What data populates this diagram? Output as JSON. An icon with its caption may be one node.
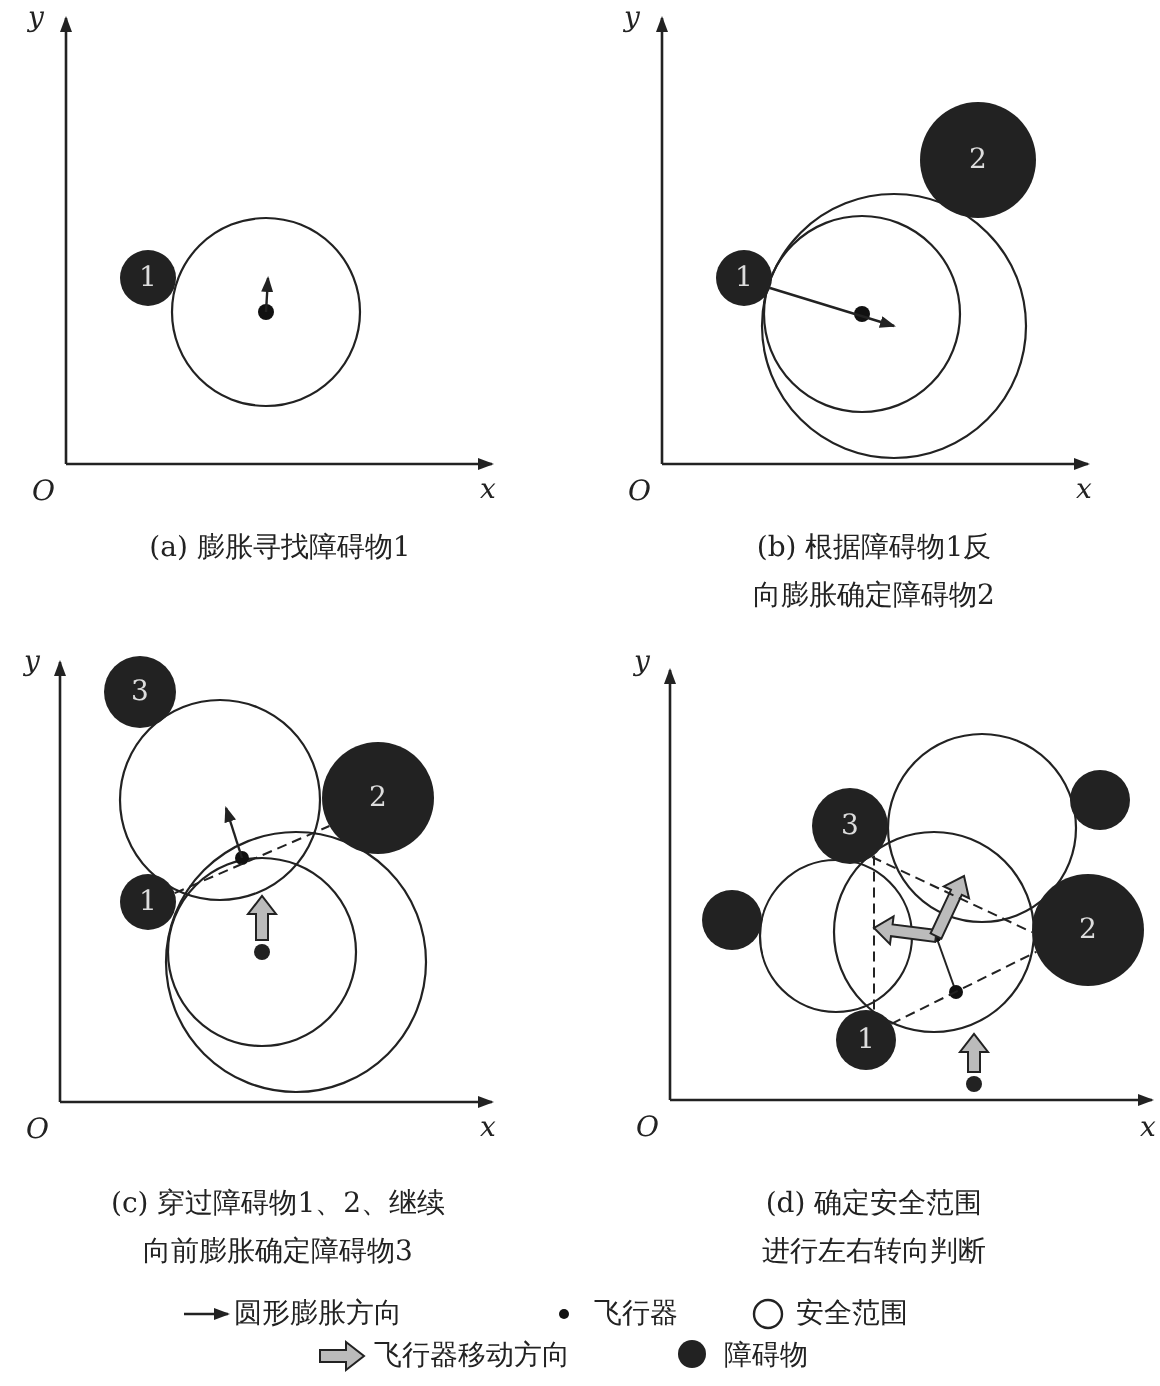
{
  "diagram": {
    "nodes": [
      {
        "text": [
          "1"
        ]
      },
      {
        "text": [
          "1"
        ]
      },
      {
        "text": [
          "2"
        ]
      },
      {
        "text": [
          "3"
        ]
      },
      {
        "text": [
          "2"
        ]
      },
      {
        "text": [
          "1"
        ]
      },
      {
        "text": [
          "3"
        ]
      },
      {
        "text": [],
        "shape": "circle"
      },
      {
        "text": [],
        "shape": "circle"
      },
      {
        "text": [
          "2"
        ]
      },
      {
        "text": [
          "1"
        ]
      },
      {
        "text": [],
        "shape": "circle"
      },
      {
        "text": [],
        "shape": "circle"
      }
    ],
    "edges": [
      {
        "from": 5,
        "to": 4,
        "arrow": "none",
        "style": "dashed"
      },
      {
        "from": 6,
        "to": 10,
        "arrow": "none",
        "style": "dashed"
      },
      {
        "from": 6,
        "to": 9,
        "arrow": "none",
        "style": "dashed"
      },
      {
        "from": 10,
        "to": 9,
        "arrow": "none",
        "style": "dashed"
      },
      {
        "from": 11,
        "to": null,
        "arrow": "to",
        "style": "thick"
      },
      {
        "from": 12,
        "to": null,
        "arrow": "to",
        "style": "thick"
      }
    ],
    "labels": [
      "y",
      "O",
      "x",
      "(a) 膨胀寻找障碍物1",
      "y",
      "O",
      "x",
      "(b) 根据障碍物1反向膨胀确定障碍物2",
      "y",
      "O",
      "x",
      "(c) 穿过障碍物1、2、继续向前膨胀确定障碍物3",
      "y",
      "O",
      "x",
      "(d) 确定安全范围进行左右转向判断"
    ],
    "legend": [
      {
        "text": "圆形膨胀方向"
      },
      {
        "text": "飞行器"
      },
      {
        "text": "安全范围"
      },
      {
        "text": "飞行器移动方向"
      },
      {
        "text": "障碍物"
      }
    ]
  }
}
